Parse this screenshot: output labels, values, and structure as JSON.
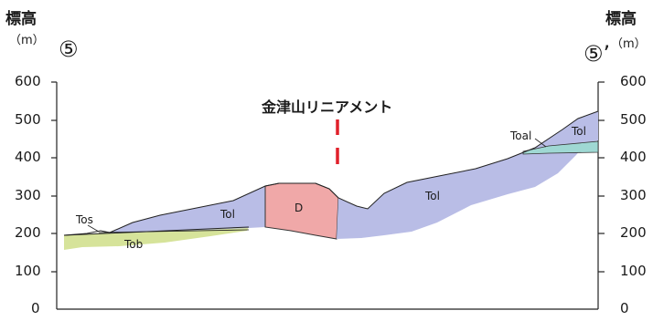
{
  "left_axis": {
    "title": "標高",
    "unit": "（m）",
    "section_mark": "⑤"
  },
  "right_axis": {
    "title": "標高",
    "unit": "（m）",
    "section_mark": "⑤’"
  },
  "elevation_ticks": [
    "600",
    "500",
    "400",
    "300",
    "200",
    "100",
    "0"
  ],
  "lineament": {
    "label": "金津山リニアメント",
    "color": "#e0202a"
  },
  "geologic_units": [
    {
      "code": "Tos",
      "color": "#ffffff"
    },
    {
      "code": "Tob",
      "color": "#d6e39a"
    },
    {
      "code": "Tol",
      "color": "#b9bde6"
    },
    {
      "code": "D",
      "color": "#f0a8a8"
    },
    {
      "code": "Toal",
      "color": "#9fd8d3"
    }
  ]
}
